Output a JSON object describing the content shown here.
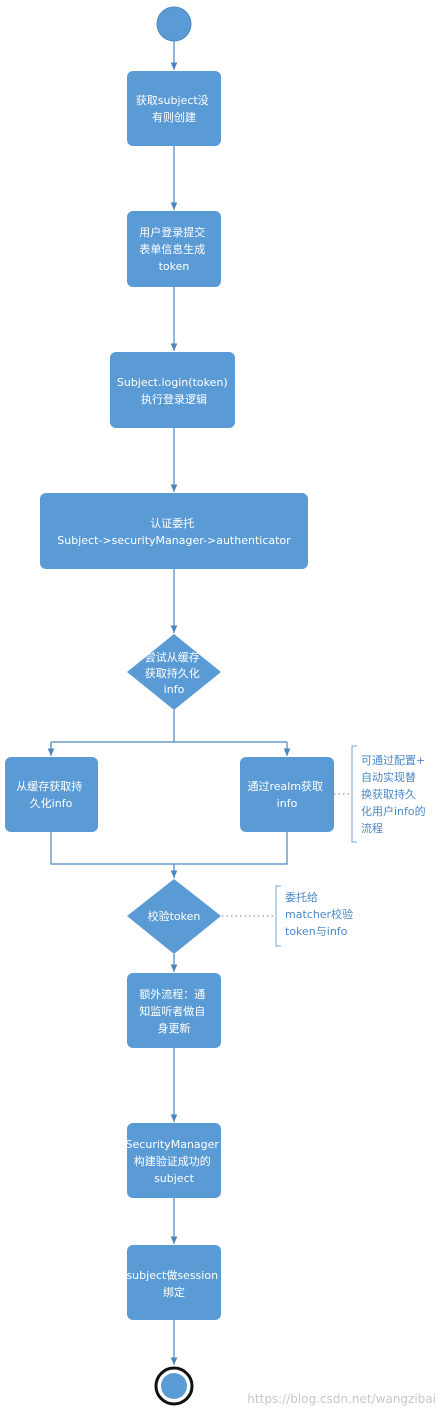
{
  "colors": {
    "fill": "#5b9bd5",
    "line": "#4a86bf",
    "note": "#4a88c8",
    "dotted": "#7f7f7f"
  },
  "nodes": {
    "get_subject": [
      "获取subject没",
      "有则创建"
    ],
    "login_submit": [
      "用户登录提交",
      "表单信息生成",
      "token"
    ],
    "subject_login": [
      "Subject.login(token)",
      "执行登录逻辑"
    ],
    "auth_delegate": [
      "认证委托",
      "Subject->securityManager->authenticator"
    ],
    "try_cache": [
      "尝试从缓存",
      "获取持久化",
      "info"
    ],
    "from_cache": [
      "从缓存获取持",
      "久化info"
    ],
    "via_realm": [
      "通过realm获取",
      "info"
    ],
    "verify_token": [
      "校验token"
    ],
    "extra_flow": [
      "额外流程：通",
      "知监听者做自",
      "身更新"
    ],
    "build_subject": [
      "SecurityManager",
      "构建验证成功的",
      "subject"
    ],
    "bind_session": [
      "subject做session",
      "绑定"
    ]
  },
  "notes": {
    "realm_note": [
      "可通过配置+",
      "自动实现替",
      "换获取持久",
      "化用户info的",
      "流程"
    ],
    "matcher_note": [
      "委托给",
      "matcher校验",
      "token与info"
    ]
  },
  "watermark": "https://blog.csdn.net/wangzibai"
}
